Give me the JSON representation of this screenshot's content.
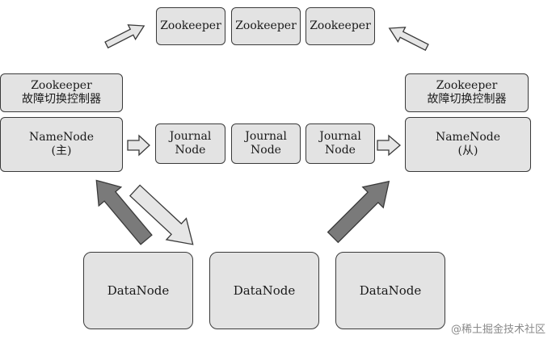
{
  "zookeeper_nodes": [
    "Zookeeper",
    "Zookeeper",
    "Zookeeper"
  ],
  "controllers": {
    "left": {
      "line1": "Zookeeper",
      "line2": "故障切换控制器"
    },
    "right": {
      "line1": "Zookeeper",
      "line2": "故障切换控制器"
    }
  },
  "namenodes": {
    "active": {
      "line1": "NameNode",
      "line2": "(主)"
    },
    "standby": {
      "line1": "NameNode",
      "line2": "(从)"
    }
  },
  "journal_nodes": [
    {
      "line1": "Journal",
      "line2": "Node"
    },
    {
      "line1": "Journal",
      "line2": "Node"
    },
    {
      "line1": "Journal",
      "line2": "Node"
    }
  ],
  "datanodes": [
    "DataNode",
    "DataNode",
    "DataNode"
  ],
  "watermark": "@稀土掘金技术社区",
  "colors": {
    "box_fill": "#e3e3e3",
    "box_border": "#3a3a3a",
    "arrow_light": "#e6e6e6",
    "arrow_dark": "#7a7a7a"
  }
}
